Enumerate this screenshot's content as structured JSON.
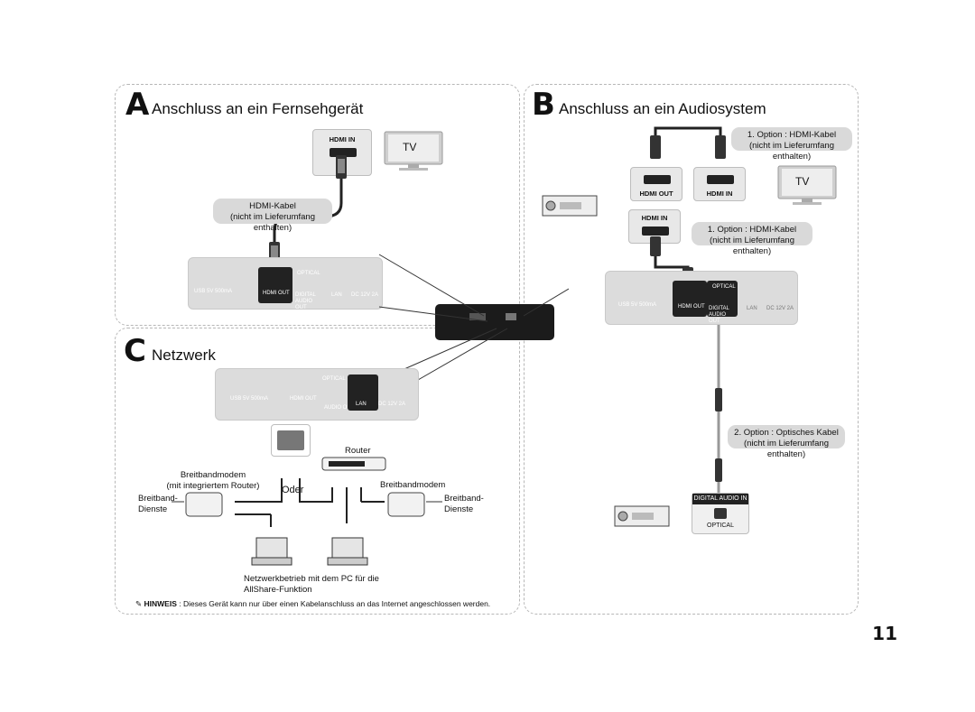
{
  "page_number": "11",
  "section_a": {
    "letter": "A",
    "title": "Anschluss an ein Fernsehgerät",
    "hdmi_in": "HDMI IN",
    "tv": "TV",
    "cable_note_line1": "HDMI-Kabel",
    "cable_note_line2": "(nicht im Lieferumfang  enthalten)",
    "panel": {
      "usb": "USB 5V 500mA",
      "hdmi_out": "HDMI OUT",
      "optical": "OPTICAL",
      "digital_audio_out": "DIGITAL AUDIO OUT",
      "lan": "LAN",
      "dc": "DC 12V 2A"
    }
  },
  "section_b": {
    "letter": "B",
    "title": "Anschluss an ein Audiosystem",
    "option1_top_line1": "1. Option : HDMI-Kabel",
    "option1_top_line2": "(nicht im Lieferumfang enthalten)",
    "hdmi_out": "HDMI OUT",
    "hdmi_in": "HDMI IN",
    "hdmi_in_2": "HDMI IN",
    "tv": "TV",
    "option1_mid_line1": "1. Option : HDMI-Kabel",
    "option1_mid_line2": "(nicht im Lieferumfang enthalten)",
    "option2_line1": "2. Option : Optisches Kabel",
    "option2_line2": "(nicht im Lieferumfang enthalten)",
    "digital_audio_in": "DIGITAL AUDIO IN",
    "optical": "OPTICAL",
    "panel": {
      "usb": "USB 5V 500mA",
      "hdmi_out": "HDMI OUT",
      "optical": "OPTICAL",
      "digital_audio_out": "DIGITAL AUDIO OUT",
      "lan": "LAN",
      "dc": "DC 12V 2A"
    }
  },
  "section_c": {
    "letter": "C",
    "title": "Netzwerk",
    "panel": {
      "usb": "USB 5V 500mA",
      "hdmi_out": "HDMI OUT",
      "optical": "OPTICAL",
      "digital_audio_out": "AUDIO OUT",
      "lan": "LAN",
      "dc": "DC 12V 2A"
    },
    "router": "Router",
    "modem_left_line1": "Breitbandmodem",
    "modem_left_line2": "(mit integriertem Router)",
    "modem_right": "Breitbandmodem",
    "services_left_line1": "Breitband-",
    "services_left_line2": "Dienste",
    "services_right_line1": "Breitband-",
    "services_right_line2": "Dienste",
    "oder": "Oder",
    "pc_note_line1": "Netzwerkbetrieb mit dem PC für die",
    "pc_note_line2": "AllShare-Funktion"
  },
  "note": {
    "icon": "pencil-note-icon",
    "label": "HINWEIS",
    "text": " : Dieses Gerät kann nur über einen Kabelanschluss an das Internet angeschlossen werden."
  }
}
